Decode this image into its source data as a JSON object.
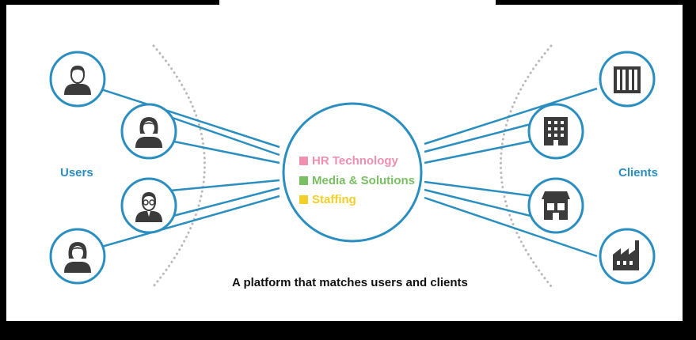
{
  "labels": {
    "users": "Users",
    "clients": "Clients",
    "caption": "A platform that matches users and clients"
  },
  "platform": {
    "categories": [
      {
        "label": "HR Technology",
        "color": "#f08fb0"
      },
      {
        "label": "Media & Solutions",
        "color": "#79c063"
      },
      {
        "label": "Staffing",
        "color": "#f2cf29"
      }
    ]
  },
  "users": [
    {
      "icon": "man-user-icon"
    },
    {
      "icon": "woman-user-icon"
    },
    {
      "icon": "man-glasses-user-icon"
    },
    {
      "icon": "woman-user-icon"
    }
  ],
  "clients": [
    {
      "icon": "skyscraper-icon"
    },
    {
      "icon": "office-building-icon"
    },
    {
      "icon": "store-icon"
    },
    {
      "icon": "factory-icon"
    }
  ],
  "colors": {
    "accent": "#2a8fc0",
    "dots": "#b9b9b9",
    "frame": "#000000"
  }
}
